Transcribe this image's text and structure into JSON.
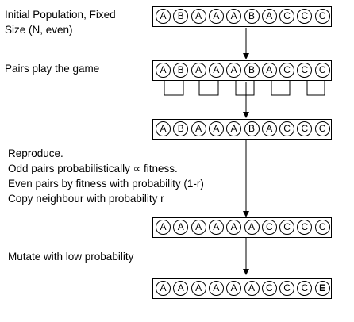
{
  "steps": [
    {
      "label_lines": [
        "Initial Population, Fixed",
        "Size (N, even)"
      ],
      "cells": [
        "A",
        "B",
        "A",
        "A",
        "A",
        "B",
        "A",
        "C",
        "C",
        "C"
      ]
    },
    {
      "label_lines": [
        "Pairs play the game"
      ],
      "cells": [
        "A",
        "B",
        "A",
        "A",
        "A",
        "B",
        "A",
        "C",
        "C",
        "C"
      ]
    },
    {
      "label_lines": [],
      "cells": [
        "A",
        "B",
        "A",
        "A",
        "A",
        "B",
        "A",
        "C",
        "C",
        "C"
      ]
    },
    {
      "label_lines": [
        "Reproduce.",
        "Odd pairs probabilistically ∝ fitness.",
        "Even pairs by fitness with probability (1-r)",
        "Copy neighbour with probability r"
      ],
      "cells": [
        "A",
        "A",
        "A",
        "A",
        "A",
        "A",
        "C",
        "C",
        "C",
        "C"
      ]
    },
    {
      "label_lines": [
        "Mutate with low probability"
      ],
      "cells": [
        "A",
        "A",
        "A",
        "A",
        "A",
        "A",
        "C",
        "C",
        "C",
        "E"
      ]
    }
  ],
  "mutated_cell": "E"
}
